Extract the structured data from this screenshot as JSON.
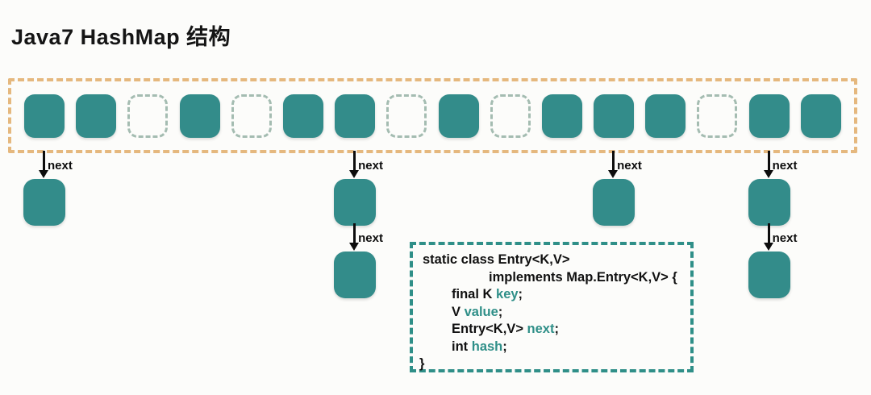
{
  "title": "Java7 HashMap 结构",
  "colors": {
    "teal": "#338c8a",
    "band_border": "#e5b87e",
    "empty_border": "#a4bcb1",
    "code_border": "#2f8f88",
    "keyword": "#2f8f88",
    "ink": "#111111",
    "background": "#fcfcfa"
  },
  "array": {
    "slot_count": 16,
    "slots": [
      "filled",
      "filled",
      "empty",
      "filled",
      "empty",
      "filled",
      "filled",
      "empty",
      "filled",
      "empty",
      "filled",
      "filled",
      "filled",
      "empty",
      "filled",
      "filled"
    ]
  },
  "chains": [
    {
      "bucket_index": 0,
      "nodes": 1,
      "label": "next"
    },
    {
      "bucket_index": 6,
      "nodes": 2,
      "label": "next"
    },
    {
      "bucket_index": 11,
      "nodes": 1,
      "label": "next"
    },
    {
      "bucket_index": 14,
      "nodes": 2,
      "label": "next"
    }
  ],
  "code": {
    "line1": "static class Entry<K,V>",
    "line2": "implements Map.Entry<K,V> {",
    "fields": [
      {
        "pre": "final K ",
        "name": "key",
        "semi": ";"
      },
      {
        "pre": "V ",
        "name": "value",
        "semi": ";"
      },
      {
        "pre": "Entry<K,V> ",
        "name": "next",
        "semi": ";"
      },
      {
        "pre": "int ",
        "name": "hash",
        "semi": ";"
      }
    ],
    "close": "}"
  }
}
